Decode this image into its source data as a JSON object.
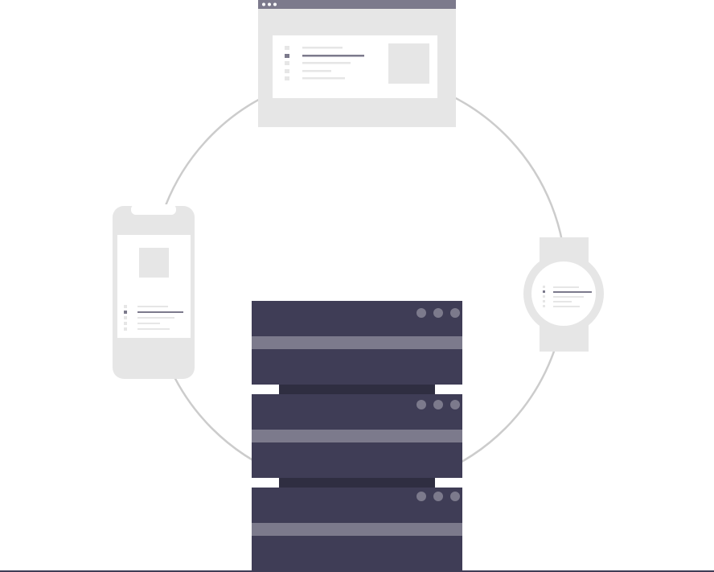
{
  "illustration": {
    "subject": "server-syncing-devices",
    "devices": [
      {
        "kind": "browser-window",
        "icon": "browser-window-icon"
      },
      {
        "kind": "smartphone",
        "icon": "smartphone-icon"
      },
      {
        "kind": "smartwatch",
        "icon": "smartwatch-icon"
      },
      {
        "kind": "server-rack",
        "icon": "server-rack-icon",
        "units": 3
      }
    ]
  },
  "colors": {
    "background": "#ffffff",
    "device_body": "#e6e6e6",
    "device_screen": "#ffffff",
    "placeholder_line": "#e6e6e6",
    "accent": "#7c7a8c",
    "server_dark": "#3f3d56",
    "server_gap": "#2f2e41",
    "connector_ring": "#cccccc",
    "ground_line": "#3f3d56"
  }
}
